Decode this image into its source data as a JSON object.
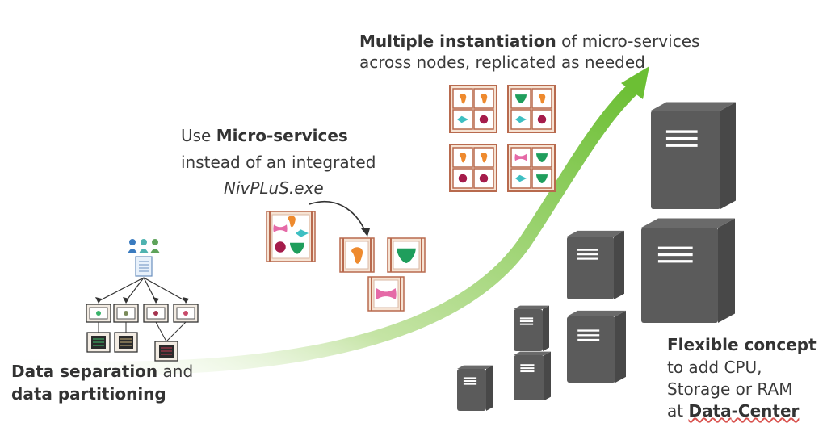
{
  "colors": {
    "arrow": "#74c13c",
    "server": "#5b5b5b",
    "server_dark": "#484848",
    "box_frame": "#b86a4e",
    "box_fill": "#f6e3d3",
    "pink": "#e56aa7",
    "orange": "#ee8a2e",
    "teal": "#3ebfc2",
    "crimson": "#a51c4b",
    "green": "#1f9e5c"
  },
  "labels": {
    "multiple_bold": "Multiple instantiation",
    "multiple_rest": " of  micro-services",
    "multiple_line2": "across nodes, replicated as needed",
    "use": "Use ",
    "micro_bold": "Micro-services",
    "instead": "instead of an integrated",
    "exe": "NivPLuS.exe",
    "data_sep_bold": "Data separation",
    "data_sep_rest": " and",
    "data_part_bold": "data partitioning",
    "flex_bold": "Flexible concept",
    "flex_line2": "to add CPU,",
    "flex_line3": "Storage or RAM",
    "flex_at": "at ",
    "flex_dc_a": "Data",
    "flex_dc_b": "-Center"
  },
  "icons": {
    "growth_arrow": "curved-growth-arrow",
    "server": "server-tower-icon",
    "microservice": "microservice-box-icon",
    "users": "users-icon",
    "document": "document-icon"
  }
}
